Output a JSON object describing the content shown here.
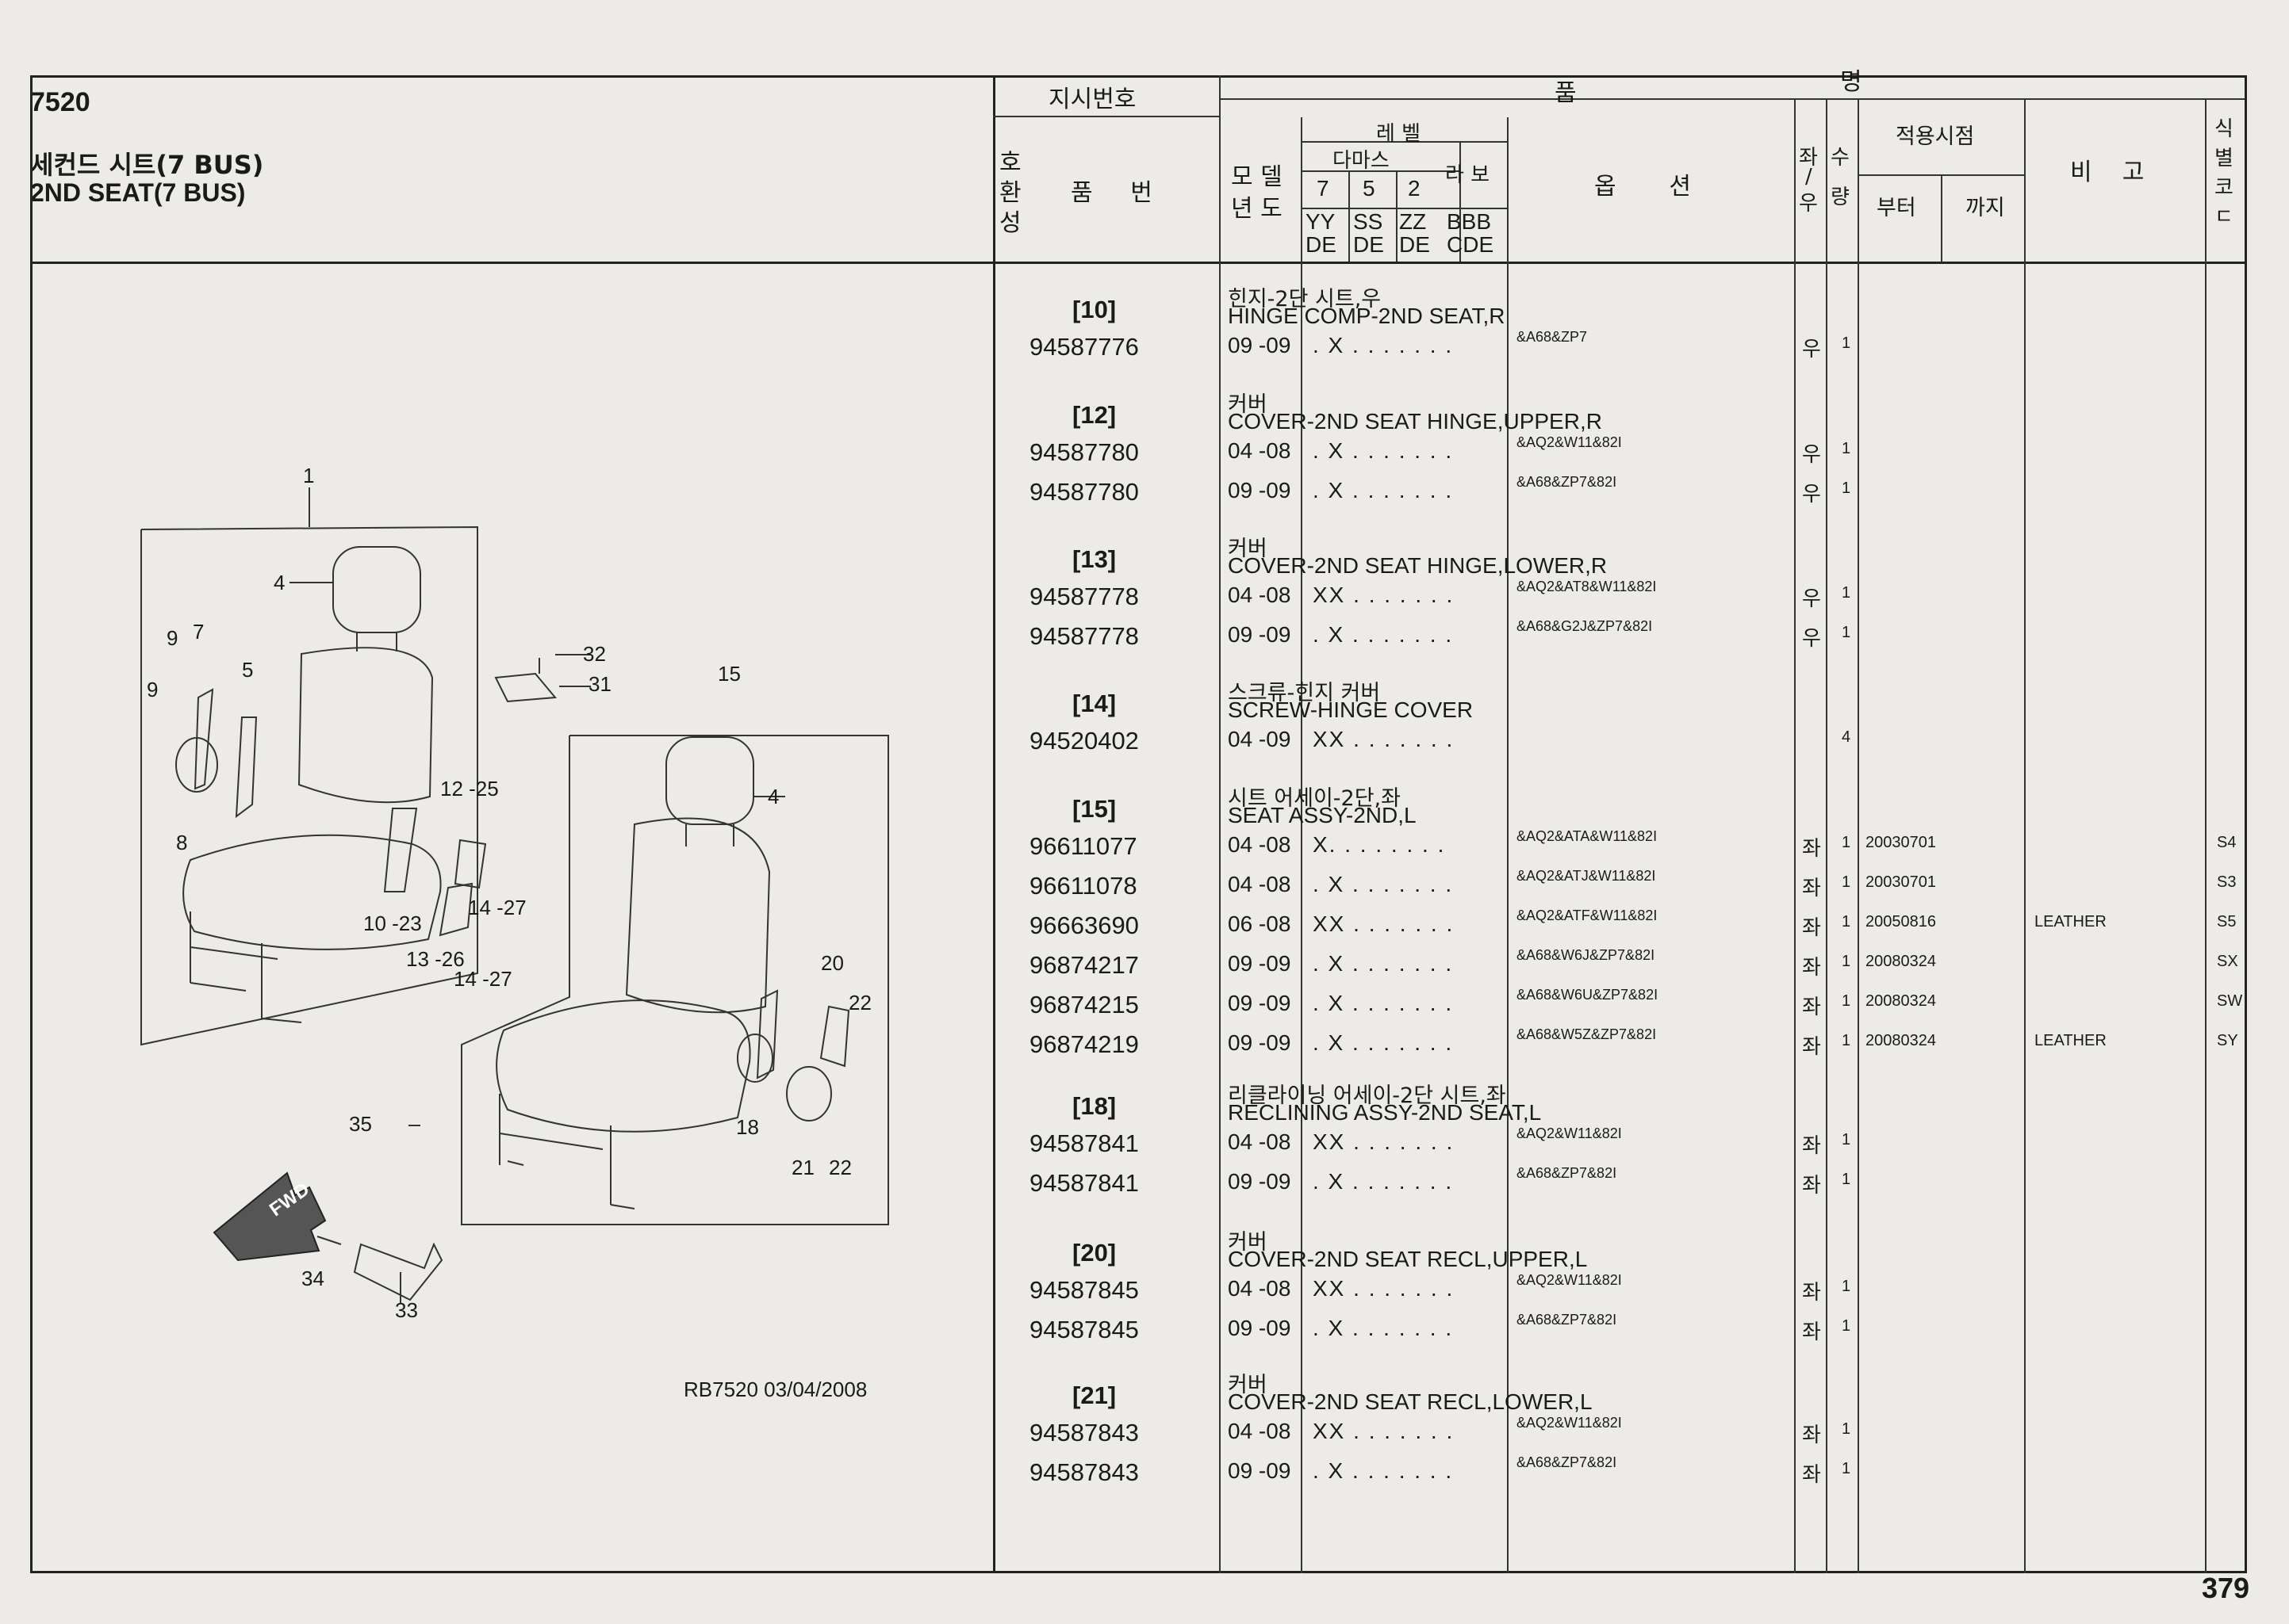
{
  "section": {
    "code": "7520",
    "title_kr": "세컨드 시트(7 BUS)",
    "title_en": "2ND SEAT(7 BUS)"
  },
  "header": {
    "instruction_no": "지시번호",
    "part_name": "품",
    "part_name2": "명",
    "ho": "호",
    "hwan": "환",
    "seong": "성",
    "part_no": "품     번",
    "model": "모 델",
    "year": "년 도",
    "level": "레 벨",
    "damas": "다마스",
    "labo": "라 보",
    "lv7": "7",
    "lv5": "5",
    "lv2": "2",
    "code_yy": "YY",
    "code_de1": "DE",
    "code_ss": "SS",
    "code_de2": "DE",
    "code_zz": "ZZ",
    "code_de3": "DE",
    "code_bbb": "BBB",
    "code_cde": "CDE",
    "option": "옵       션",
    "lr_top": "좌",
    "lr_mid": "/",
    "lr_bot": "우",
    "qty_top": "수",
    "qty_bot": "량",
    "apply": "적용시점",
    "from": "부터",
    "to": "까지",
    "remark": "비    고",
    "idcode": "식\n별\n코\nㄷ"
  },
  "groups": [
    {
      "ref": "[10]",
      "kr": "힌지-2단 시트,우",
      "en": "HINGE COMP-2ND SEAT,R",
      "rows": [
        {
          "part": "94587776",
          "yr": "09 -09",
          "lvl": ". X . . . . . . .",
          "opt": "&A68&ZP7",
          "lr": "우",
          "qty": "1",
          "from": "",
          "remark": "",
          "code": ""
        }
      ]
    },
    {
      "ref": "[12]",
      "kr": "커버",
      "en": "COVER-2ND SEAT HINGE,UPPER,R",
      "rows": [
        {
          "part": "94587780",
          "yr": "04 -08",
          "lvl": ". X . . . . . . .",
          "opt": "&AQ2&W11&82I",
          "lr": "우",
          "qty": "1",
          "from": "",
          "remark": "",
          "code": ""
        },
        {
          "part": "94587780",
          "yr": "09 -09",
          "lvl": ". X . . . . . . .",
          "opt": "&A68&ZP7&82I",
          "lr": "우",
          "qty": "1",
          "from": "",
          "remark": "",
          "code": ""
        }
      ]
    },
    {
      "ref": "[13]",
      "kr": "커버",
      "en": "COVER-2ND SEAT HINGE,LOWER,R",
      "rows": [
        {
          "part": "94587778",
          "yr": "04 -08",
          "lvl": "XX . . . . . . .",
          "opt": "&AQ2&AT8&W11&82I",
          "lr": "우",
          "qty": "1",
          "from": "",
          "remark": "",
          "code": ""
        },
        {
          "part": "94587778",
          "yr": "09 -09",
          "lvl": ". X . . . . . . .",
          "opt": "&A68&G2J&ZP7&82I",
          "lr": "우",
          "qty": "1",
          "from": "",
          "remark": "",
          "code": ""
        }
      ]
    },
    {
      "ref": "[14]",
      "kr": "스크류-힌지 커버",
      "en": "SCREW-HINGE COVER",
      "rows": [
        {
          "part": "94520402",
          "yr": "04 -09",
          "lvl": "XX . . . . . . .",
          "opt": "",
          "lr": "",
          "qty": "4",
          "from": "",
          "remark": "",
          "code": ""
        }
      ]
    },
    {
      "ref": "[15]",
      "kr": "시트 어세이-2단,좌",
      "en": "SEAT ASSY-2ND,L",
      "rows": [
        {
          "part": "96611077",
          "yr": "04 -08",
          "lvl": "X. . . . . . . .",
          "opt": "&AQ2&ATA&W11&82I",
          "lr": "좌",
          "qty": "1",
          "from": "20030701",
          "remark": "",
          "code": "S4"
        },
        {
          "part": "96611078",
          "yr": "04 -08",
          "lvl": ". X . . . . . . .",
          "opt": "&AQ2&ATJ&W11&82I",
          "lr": "좌",
          "qty": "1",
          "from": "20030701",
          "remark": "",
          "code": "S3"
        },
        {
          "part": "96663690",
          "yr": "06 -08",
          "lvl": "XX . . . . . . .",
          "opt": "&AQ2&ATF&W11&82I",
          "lr": "좌",
          "qty": "1",
          "from": "20050816",
          "remark": "LEATHER",
          "code": "S5"
        },
        {
          "part": "96874217",
          "yr": "09 -09",
          "lvl": ". X . . . . . . .",
          "opt": "&A68&W6J&ZP7&82I",
          "lr": "좌",
          "qty": "1",
          "from": "20080324",
          "remark": "",
          "code": "SX"
        },
        {
          "part": "96874215",
          "yr": "09 -09",
          "lvl": ". X . . . . . . .",
          "opt": "&A68&W6U&ZP7&82I",
          "lr": "좌",
          "qty": "1",
          "from": "20080324",
          "remark": "",
          "code": "SW"
        },
        {
          "part": "96874219",
          "yr": "09 -09",
          "lvl": ". X . . . . . . .",
          "opt": "&A68&W5Z&ZP7&82I",
          "lr": "좌",
          "qty": "1",
          "from": "20080324",
          "remark": "LEATHER",
          "code": "SY"
        }
      ]
    },
    {
      "ref": "[18]",
      "kr": "리클라이닝 어세이-2단 시트,좌",
      "en": "RECLINING ASSY-2ND SEAT,L",
      "rows": [
        {
          "part": "94587841",
          "yr": "04 -08",
          "lvl": "XX . . . . . . .",
          "opt": "&AQ2&W11&82I",
          "lr": "좌",
          "qty": "1",
          "from": "",
          "remark": "",
          "code": ""
        },
        {
          "part": "94587841",
          "yr": "09 -09",
          "lvl": ". X . . . . . . .",
          "opt": "&A68&ZP7&82I",
          "lr": "좌",
          "qty": "1",
          "from": "",
          "remark": "",
          "code": ""
        }
      ]
    },
    {
      "ref": "[20]",
      "kr": "커버",
      "en": "COVER-2ND SEAT RECL,UPPER,L",
      "rows": [
        {
          "part": "94587845",
          "yr": "04 -08",
          "lvl": "XX . . . . . . .",
          "opt": "&AQ2&W11&82I",
          "lr": "좌",
          "qty": "1",
          "from": "",
          "remark": "",
          "code": ""
        },
        {
          "part": "94587845",
          "yr": "09 -09",
          "lvl": ". X . . . . . . .",
          "opt": "&A68&ZP7&82I",
          "lr": "좌",
          "qty": "1",
          "from": "",
          "remark": "",
          "code": ""
        }
      ]
    },
    {
      "ref": "[21]",
      "kr": "커버",
      "en": "COVER-2ND SEAT RECL,LOWER,L",
      "rows": [
        {
          "part": "94587843",
          "yr": "04 -08",
          "lvl": "XX . . . . . . .",
          "opt": "&AQ2&W11&82I",
          "lr": "좌",
          "qty": "1",
          "from": "",
          "remark": "",
          "code": ""
        },
        {
          "part": "94587843",
          "yr": "09 -09",
          "lvl": ". X . . . . . . .",
          "opt": "&A68&ZP7&82I",
          "lr": "좌",
          "qty": "1",
          "from": "",
          "remark": "",
          "code": ""
        }
      ]
    }
  ],
  "diagram": {
    "callouts": [
      "1",
      "4",
      "9",
      "7",
      "5",
      "9",
      "32",
      "31",
      "15",
      "12 -25",
      "8",
      "4",
      "10 -23",
      "14 -27",
      "13 -26",
      "14 -27",
      "20",
      "22",
      "35",
      "18",
      "21",
      "22",
      "34",
      "33"
    ],
    "fwd": "FWD",
    "ref_code": "RB7520  03/04/2008"
  },
  "page_number": "379"
}
